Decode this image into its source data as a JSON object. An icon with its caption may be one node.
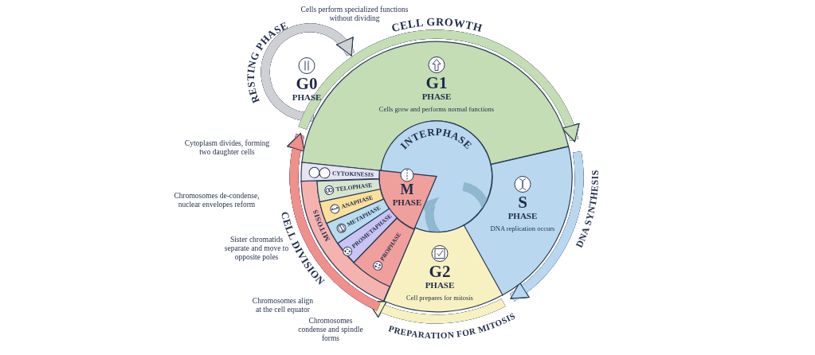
{
  "diagram": {
    "nodes": [
      {
        "text": [
          "G0",
          "PHASE"
        ]
      },
      {
        "text": [
          "G1",
          "PHASE",
          "Cells grow and performs normal functions"
        ]
      },
      {
        "text": [
          "INTERPHASE"
        ]
      },
      {
        "text": [
          "S",
          "PHASE",
          "DNA replication occurs"
        ]
      },
      {
        "text": [
          "G2",
          "PHASE",
          "Cell prepares for mitosis"
        ]
      },
      {
        "text": [
          "M",
          "PHASE"
        ]
      },
      {
        "text": [
          "MITOSIS"
        ]
      },
      {
        "text": [
          "PROPHASE"
        ]
      },
      {
        "text": [
          "PROMETAPHASE"
        ]
      },
      {
        "text": [
          "METAPHASE"
        ]
      },
      {
        "text": [
          "ANAPHASE"
        ]
      },
      {
        "text": [
          "TELOPHASE"
        ]
      },
      {
        "text": [
          "CYTOKINESIS"
        ]
      }
    ],
    "edges": [
      {
        "from": 1,
        "to": 1,
        "arrow": "to",
        "color": "#cfd0d3"
      },
      {
        "from": 1,
        "to": 3,
        "arrow": "to",
        "color": "#c4ddb5"
      },
      {
        "from": 3,
        "to": 4,
        "arrow": "to",
        "color": "#b9d8ef"
      },
      {
        "from": 4,
        "to": 6,
        "arrow": "to",
        "color": "#f7f1c1"
      },
      {
        "from": 6,
        "to": 1,
        "arrow": "to",
        "color": "#f0908c"
      }
    ],
    "labels": [
      "Cells perform specialized functions without dividing",
      "RESTING PHASE",
      "CELL GROWTH",
      "Cytoplasm divides, forming two daughter cells",
      "Chromosomes de-condense, nuclear envelopes reform",
      "Sister chromatids separate and move to opposite poles",
      "DNA SYNTHESIS",
      "Chromosomes align at the cell equator",
      "Chromosomes condense and spindle forms",
      "PREPARATION FOR MITOSIS",
      "CELL DIVISION"
    ]
  }
}
